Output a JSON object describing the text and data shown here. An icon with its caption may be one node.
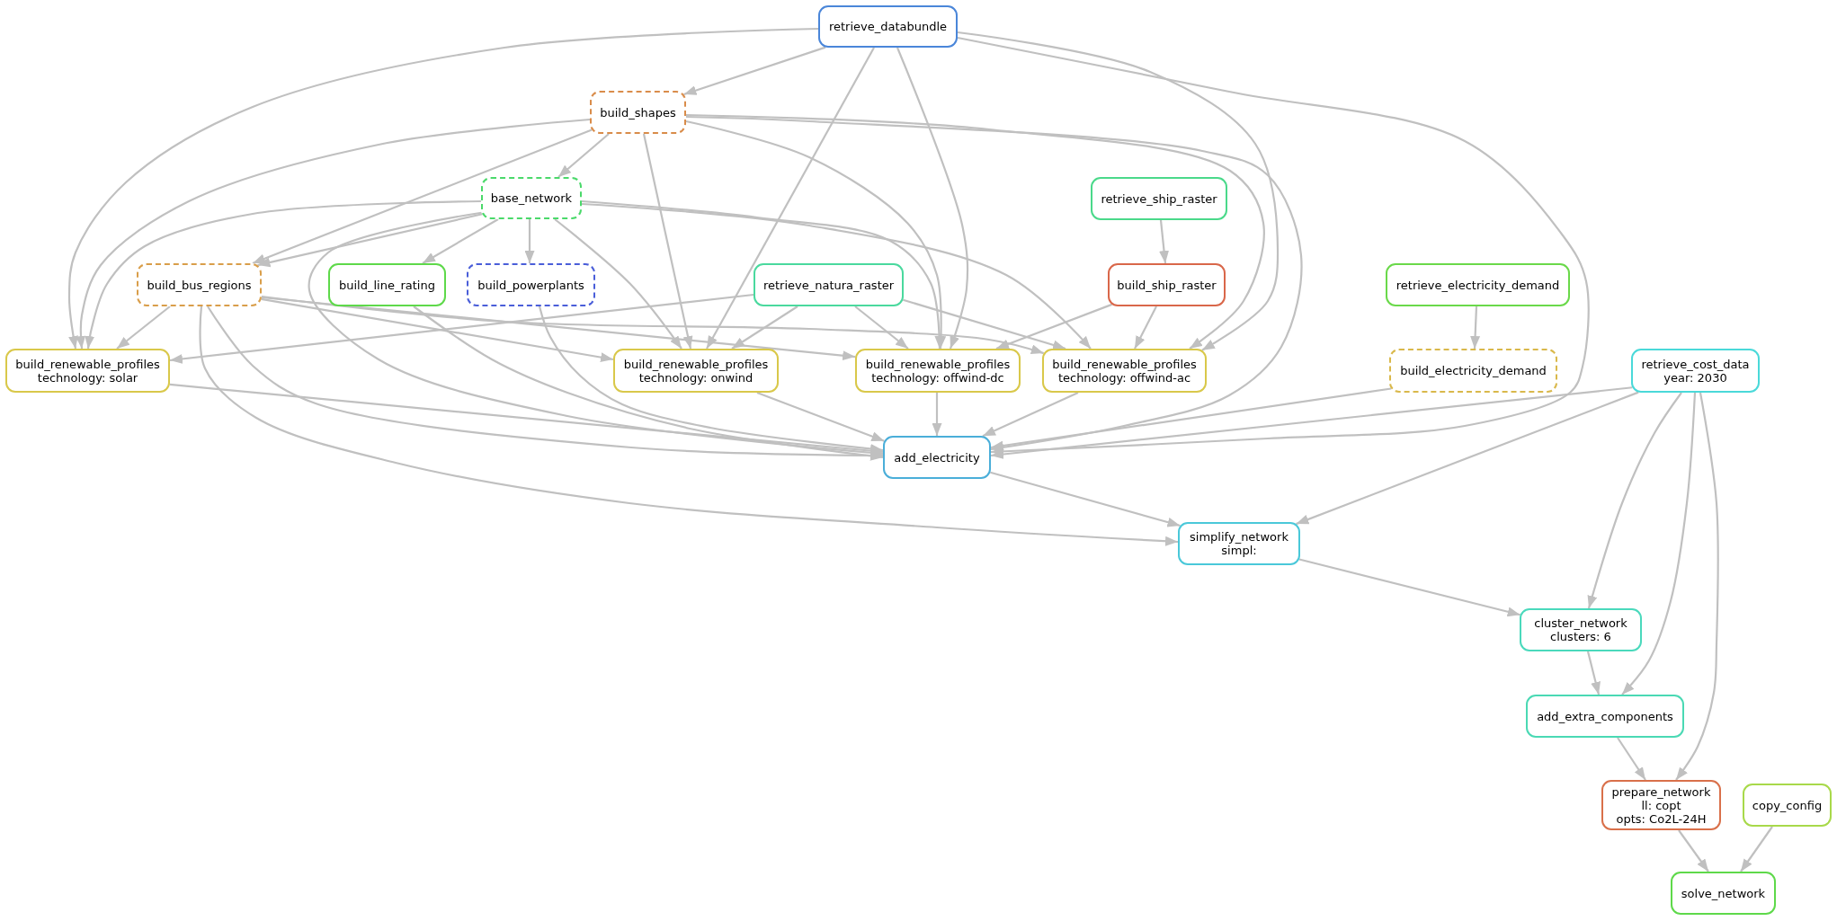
{
  "diagram": {
    "nodes": [
      {
        "text": [
          "retrieve_databundle"
        ]
      },
      {
        "text": [
          "build_shapes"
        ]
      },
      {
        "text": [
          "base_network"
        ]
      },
      {
        "text": [
          "retrieve_ship_raster"
        ]
      },
      {
        "text": [
          "build_bus_regions"
        ]
      },
      {
        "text": [
          "build_line_rating"
        ]
      },
      {
        "text": [
          "build_powerplants"
        ]
      },
      {
        "text": [
          "retrieve_natura_raster"
        ]
      },
      {
        "text": [
          "build_ship_raster"
        ]
      },
      {
        "text": [
          "retrieve_electricity_demand"
        ]
      },
      {
        "text": [
          "build_renewable_profiles",
          "technology: solar"
        ]
      },
      {
        "text": [
          "build_renewable_profiles",
          "technology: onwind"
        ]
      },
      {
        "text": [
          "build_renewable_profiles",
          "technology: offwind-dc"
        ]
      },
      {
        "text": [
          "build_renewable_profiles",
          "technology: offwind-ac"
        ]
      },
      {
        "text": [
          "build_electricity_demand"
        ]
      },
      {
        "text": [
          "retrieve_cost_data",
          "year: 2030"
        ]
      },
      {
        "text": [
          "add_electricity"
        ]
      },
      {
        "text": [
          "simplify_network",
          "simpl:"
        ]
      },
      {
        "text": [
          "cluster_network",
          "clusters: 6"
        ]
      },
      {
        "text": [
          "add_extra_components"
        ]
      },
      {
        "text": [
          "prepare_network",
          "ll: copt",
          "opts: Co2L-24H"
        ]
      },
      {
        "text": [
          "copy_config"
        ]
      },
      {
        "text": [
          "solve_network"
        ]
      }
    ],
    "edges": [
      {
        "from": 0,
        "to": 1,
        "arrow": "to"
      },
      {
        "from": 0,
        "to": 10,
        "arrow": "to"
      },
      {
        "from": 0,
        "to": 11,
        "arrow": "to"
      },
      {
        "from": 0,
        "to": 12,
        "arrow": "to"
      },
      {
        "from": 0,
        "to": 13,
        "arrow": "to"
      },
      {
        "from": 0,
        "to": 16,
        "arrow": "to"
      },
      {
        "from": 1,
        "to": 2,
        "arrow": "to"
      },
      {
        "from": 1,
        "to": 4,
        "arrow": "to"
      },
      {
        "from": 1,
        "to": 10,
        "arrow": "to"
      },
      {
        "from": 1,
        "to": 11,
        "arrow": "to"
      },
      {
        "from": 1,
        "to": 12,
        "arrow": "to"
      },
      {
        "from": 1,
        "to": 13,
        "arrow": "to"
      },
      {
        "from": 1,
        "to": 16,
        "arrow": "to"
      },
      {
        "from": 2,
        "to": 4,
        "arrow": "to"
      },
      {
        "from": 2,
        "to": 5,
        "arrow": "to"
      },
      {
        "from": 2,
        "to": 6,
        "arrow": "to"
      },
      {
        "from": 2,
        "to": 10,
        "arrow": "to"
      },
      {
        "from": 2,
        "to": 11,
        "arrow": "to"
      },
      {
        "from": 2,
        "to": 12,
        "arrow": "to"
      },
      {
        "from": 2,
        "to": 13,
        "arrow": "to"
      },
      {
        "from": 2,
        "to": 16,
        "arrow": "to"
      },
      {
        "from": 3,
        "to": 8,
        "arrow": "to"
      },
      {
        "from": 4,
        "to": 10,
        "arrow": "to"
      },
      {
        "from": 4,
        "to": 11,
        "arrow": "to"
      },
      {
        "from": 4,
        "to": 12,
        "arrow": "to"
      },
      {
        "from": 4,
        "to": 13,
        "arrow": "to"
      },
      {
        "from": 4,
        "to": 16,
        "arrow": "to"
      },
      {
        "from": 4,
        "to": 17,
        "arrow": "to"
      },
      {
        "from": 5,
        "to": 16,
        "arrow": "to"
      },
      {
        "from": 6,
        "to": 16,
        "arrow": "to"
      },
      {
        "from": 7,
        "to": 10,
        "arrow": "to"
      },
      {
        "from": 7,
        "to": 11,
        "arrow": "to"
      },
      {
        "from": 7,
        "to": 12,
        "arrow": "to"
      },
      {
        "from": 7,
        "to": 13,
        "arrow": "to"
      },
      {
        "from": 8,
        "to": 12,
        "arrow": "to"
      },
      {
        "from": 8,
        "to": 13,
        "arrow": "to"
      },
      {
        "from": 9,
        "to": 14,
        "arrow": "to"
      },
      {
        "from": 10,
        "to": 16,
        "arrow": "to"
      },
      {
        "from": 11,
        "to": 16,
        "arrow": "to"
      },
      {
        "from": 12,
        "to": 16,
        "arrow": "to"
      },
      {
        "from": 13,
        "to": 16,
        "arrow": "to"
      },
      {
        "from": 14,
        "to": 16,
        "arrow": "to"
      },
      {
        "from": 15,
        "to": 16,
        "arrow": "to"
      },
      {
        "from": 15,
        "to": 17,
        "arrow": "to"
      },
      {
        "from": 15,
        "to": 18,
        "arrow": "to"
      },
      {
        "from": 15,
        "to": 19,
        "arrow": "to"
      },
      {
        "from": 15,
        "to": 20,
        "arrow": "to"
      },
      {
        "from": 16,
        "to": 17,
        "arrow": "to"
      },
      {
        "from": 17,
        "to": 18,
        "arrow": "to"
      },
      {
        "from": 18,
        "to": 19,
        "arrow": "to"
      },
      {
        "from": 19,
        "to": 20,
        "arrow": "to"
      },
      {
        "from": 20,
        "to": 22,
        "arrow": "to"
      },
      {
        "from": 21,
        "to": 22,
        "arrow": "to"
      }
    ]
  }
}
